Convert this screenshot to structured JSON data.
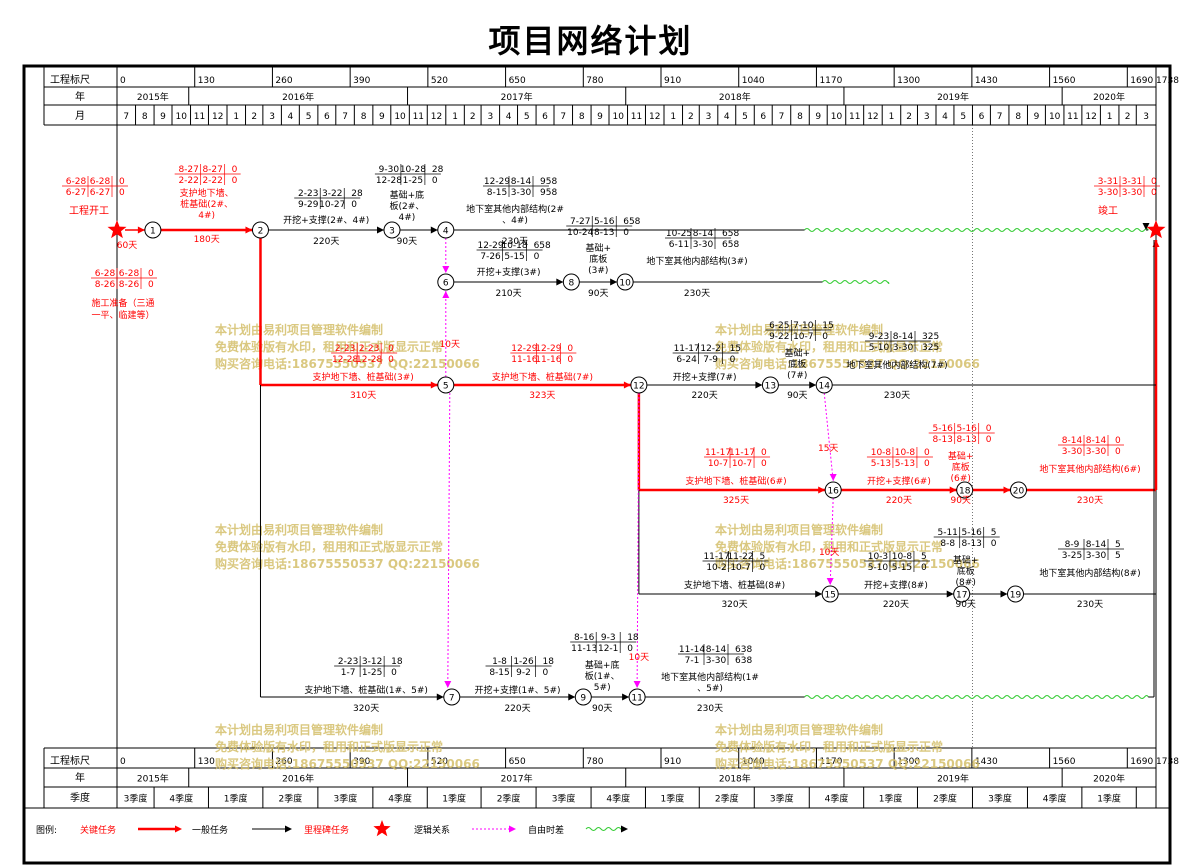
{
  "title": "项目网络计划",
  "scale": {
    "label": "工程标尺",
    "ticks": [
      [
        "0",
        0
      ],
      [
        "130",
        130
      ],
      [
        "260",
        260
      ],
      [
        "390",
        390
      ],
      [
        "520",
        520
      ],
      [
        "650",
        650
      ],
      [
        "780",
        780
      ],
      [
        "910",
        910
      ],
      [
        "1040",
        1040
      ],
      [
        "1170",
        1170
      ],
      [
        "1300",
        1300
      ],
      [
        "1430",
        1430
      ],
      [
        "1560",
        1560
      ],
      [
        "1690 1738",
        1690
      ]
    ]
  },
  "years": {
    "label": "年",
    "items": [
      {
        "label": "2015年",
        "start": 0,
        "end": 120
      },
      {
        "label": "2016年",
        "start": 120,
        "end": 486
      },
      {
        "label": "2017年",
        "start": 486,
        "end": 851
      },
      {
        "label": "2018年",
        "start": 851,
        "end": 1216
      },
      {
        "label": "2019年",
        "start": 1216,
        "end": 1581
      },
      {
        "label": "2020年",
        "start": 1581,
        "end": 1738
      }
    ]
  },
  "months": {
    "label": "月",
    "items": [
      {
        "label": "7",
        "start": 0,
        "end": 31
      },
      {
        "label": "8",
        "start": 31,
        "end": 62
      },
      {
        "label": "9",
        "start": 62,
        "end": 92
      },
      {
        "label": "10",
        "start": 92,
        "end": 123
      },
      {
        "label": "11",
        "start": 123,
        "end": 153
      },
      {
        "label": "12",
        "start": 153,
        "end": 184
      },
      {
        "label": "1",
        "start": 184,
        "end": 215
      },
      {
        "label": "2",
        "start": 215,
        "end": 244
      },
      {
        "label": "3",
        "start": 244,
        "end": 275
      },
      {
        "label": "4",
        "start": 275,
        "end": 305
      },
      {
        "label": "5",
        "start": 305,
        "end": 336
      },
      {
        "label": "6",
        "start": 336,
        "end": 366
      },
      {
        "label": "7",
        "start": 366,
        "end": 397
      },
      {
        "label": "8",
        "start": 397,
        "end": 428
      },
      {
        "label": "9",
        "start": 428,
        "end": 458
      },
      {
        "label": "10",
        "start": 458,
        "end": 489
      },
      {
        "label": "11",
        "start": 489,
        "end": 519
      },
      {
        "label": "12",
        "start": 519,
        "end": 550
      },
      {
        "label": "1",
        "start": 550,
        "end": 581
      },
      {
        "label": "2",
        "start": 581,
        "end": 609
      },
      {
        "label": "3",
        "start": 609,
        "end": 640
      },
      {
        "label": "4",
        "start": 640,
        "end": 670
      },
      {
        "label": "5",
        "start": 670,
        "end": 701
      },
      {
        "label": "6",
        "start": 701,
        "end": 731
      },
      {
        "label": "7",
        "start": 731,
        "end": 762
      },
      {
        "label": "8",
        "start": 762,
        "end": 793
      },
      {
        "label": "9",
        "start": 793,
        "end": 823
      },
      {
        "label": "10",
        "start": 823,
        "end": 854
      },
      {
        "label": "11",
        "start": 854,
        "end": 884
      },
      {
        "label": "12",
        "start": 884,
        "end": 915
      },
      {
        "label": "1",
        "start": 915,
        "end": 946
      },
      {
        "label": "2",
        "start": 946,
        "end": 974
      },
      {
        "label": "3",
        "start": 974,
        "end": 1005
      },
      {
        "label": "4",
        "start": 1005,
        "end": 1035
      },
      {
        "label": "5",
        "start": 1035,
        "end": 1066
      },
      {
        "label": "6",
        "start": 1066,
        "end": 1096
      },
      {
        "label": "7",
        "start": 1096,
        "end": 1127
      },
      {
        "label": "8",
        "start": 1127,
        "end": 1158
      },
      {
        "label": "9",
        "start": 1158,
        "end": 1188
      },
      {
        "label": "10",
        "start": 1188,
        "end": 1219
      },
      {
        "label": "11",
        "start": 1219,
        "end": 1249
      },
      {
        "label": "12",
        "start": 1249,
        "end": 1280
      },
      {
        "label": "1",
        "start": 1280,
        "end": 1311
      },
      {
        "label": "2",
        "start": 1311,
        "end": 1339
      },
      {
        "label": "3",
        "start": 1339,
        "end": 1370
      },
      {
        "label": "4",
        "start": 1370,
        "end": 1400
      },
      {
        "label": "5",
        "start": 1400,
        "end": 1431
      },
      {
        "label": "6",
        "start": 1431,
        "end": 1461
      },
      {
        "label": "7",
        "start": 1461,
        "end": 1492
      },
      {
        "label": "8",
        "start": 1492,
        "end": 1523
      },
      {
        "label": "9",
        "start": 1523,
        "end": 1553
      },
      {
        "label": "10",
        "start": 1553,
        "end": 1584
      },
      {
        "label": "11",
        "start": 1584,
        "end": 1614
      },
      {
        "label": "12",
        "start": 1614,
        "end": 1645
      },
      {
        "label": "1",
        "start": 1645,
        "end": 1676
      },
      {
        "label": "2",
        "start": 1676,
        "end": 1705
      },
      {
        "label": "3",
        "start": 1705,
        "end": 1738
      }
    ]
  },
  "quarters": {
    "label": "季度",
    "items": [
      {
        "label": "3季度",
        "start": 0,
        "end": 62
      },
      {
        "label": "4季度",
        "start": 62,
        "end": 153
      },
      {
        "label": "1季度",
        "start": 153,
        "end": 244
      },
      {
        "label": "2季度",
        "start": 244,
        "end": 336
      },
      {
        "label": "3季度",
        "start": 336,
        "end": 428
      },
      {
        "label": "4季度",
        "start": 428,
        "end": 519
      },
      {
        "label": "1季度",
        "start": 519,
        "end": 609
      },
      {
        "label": "2季度",
        "start": 609,
        "end": 701
      },
      {
        "label": "3季度",
        "start": 701,
        "end": 793
      },
      {
        "label": "4季度",
        "start": 793,
        "end": 884
      },
      {
        "label": "1季度",
        "start": 884,
        "end": 974
      },
      {
        "label": "2季度",
        "start": 974,
        "end": 1066
      },
      {
        "label": "3季度",
        "start": 1066,
        "end": 1158
      },
      {
        "label": "4季度",
        "start": 1158,
        "end": 1249
      },
      {
        "label": "1季度",
        "start": 1249,
        "end": 1339
      },
      {
        "label": "2季度",
        "start": 1339,
        "end": 1431
      },
      {
        "label": "3季度",
        "start": 1431,
        "end": 1523
      },
      {
        "label": "4季度",
        "start": 1523,
        "end": 1614
      },
      {
        "label": "1季度",
        "start": 1614,
        "end": 1705
      }
    ]
  },
  "nodes": [
    {
      "id": "1",
      "t": 60,
      "row": "a"
    },
    {
      "id": "2",
      "t": 240,
      "row": "a"
    },
    {
      "id": "3",
      "t": 460,
      "row": "a"
    },
    {
      "id": "4",
      "t": 550,
      "row": "a"
    },
    {
      "id": "5",
      "t": 550,
      "row": "c"
    },
    {
      "id": "6",
      "t": 550,
      "row": "b"
    },
    {
      "id": "7",
      "t": 560,
      "row": "g"
    },
    {
      "id": "8",
      "t": 760,
      "row": "b"
    },
    {
      "id": "9",
      "t": 780,
      "row": "g"
    },
    {
      "id": "10",
      "t": 850,
      "row": "b"
    },
    {
      "id": "11",
      "t": 870,
      "row": "g"
    },
    {
      "id": "12",
      "t": 873,
      "row": "c"
    },
    {
      "id": "13",
      "t": 1093,
      "row": "c"
    },
    {
      "id": "14",
      "t": 1183,
      "row": "c"
    },
    {
      "id": "15",
      "t": 1193,
      "row": "f"
    },
    {
      "id": "16",
      "t": 1198,
      "row": "e"
    },
    {
      "id": "17",
      "t": 1413,
      "row": "f"
    },
    {
      "id": "18",
      "t": 1418,
      "row": "e"
    },
    {
      "id": "19",
      "t": 1503,
      "row": "f"
    },
    {
      "id": "20",
      "t": 1508,
      "row": "e"
    }
  ],
  "milestones": [
    {
      "name": "工程开工",
      "t": 0,
      "dates": [
        "6-28",
        "6-28",
        "6-27",
        "6-27"
      ],
      "float": [
        "0",
        "0"
      ]
    },
    {
      "name": "竣工",
      "t": 1738,
      "dates": [
        "3-31",
        "3-31",
        "3-30",
        "3-30"
      ],
      "float": [
        "0",
        "0"
      ]
    }
  ],
  "tasks": [
    {
      "name": "施工准备（三通一平、临建等）",
      "dur": "60天",
      "critical": true,
      "dates": [
        "6-28",
        "6-28",
        "8-26",
        "8-26"
      ],
      "float": [
        "0",
        "0"
      ]
    },
    {
      "name": "支护地下墙、桩基础(2#、4#)",
      "dur": "180天",
      "critical": true,
      "dates": [
        "8-27",
        "8-27",
        "2-22",
        "2-22"
      ],
      "float": [
        "0",
        "0"
      ]
    },
    {
      "name": "开挖+支撑(2#、4#)",
      "dur": "220天",
      "critical": false,
      "dates": [
        "2-23",
        "3-22",
        "9-29",
        "10-27"
      ],
      "float": [
        "28",
        "0"
      ]
    },
    {
      "name": "基础+底板(2#、4#)",
      "dur": "90天",
      "critical": false,
      "dates": [
        "9-30",
        "10-28",
        "12-28",
        "1-25"
      ],
      "float": [
        "28",
        "0"
      ]
    },
    {
      "name": "地下室其他内部结构(2#、4#)",
      "dur": "230天",
      "critical": false,
      "dates": [
        "12-29",
        "8-14",
        "8-15",
        "3-30"
      ],
      "float": [
        "958",
        "958"
      ]
    },
    {
      "name": "开挖+支撑(3#)",
      "dur": "210天",
      "critical": false,
      "dates": [
        "12-29",
        "10-18",
        "7-26",
        "5-15"
      ],
      "float": [
        "658",
        "0"
      ]
    },
    {
      "name": "基础+底板(3#)",
      "dur": "90天",
      "critical": false,
      "dates": [
        "7-27",
        "5-16",
        "10-24",
        "8-13"
      ],
      "float": [
        "658",
        "0"
      ]
    },
    {
      "name": "地下室其他内部结构(3#)",
      "dur": "230天",
      "critical": false,
      "dates": [
        "10-25",
        "8-14",
        "6-11",
        "3-30"
      ],
      "float": [
        "658",
        "658"
      ]
    },
    {
      "name": "支护地下墙、桩基础(3#)",
      "dur": "310天",
      "critical": true,
      "dates": [
        "2-23",
        "2-23",
        "12-28",
        "12-28"
      ],
      "float": [
        "0",
        "0"
      ]
    },
    {
      "name": "支护地下墙、桩基础(7#)",
      "dur": "323天",
      "critical": true,
      "dates": [
        "12-29",
        "12-29",
        "11-16",
        "11-16"
      ],
      "float": [
        "0",
        "0"
      ]
    },
    {
      "name": "开挖+支撑(7#)",
      "dur": "220天",
      "critical": false,
      "dates": [
        "11-17",
        "12-2",
        "6-24",
        "7-9"
      ],
      "float": [
        "15",
        "0"
      ]
    },
    {
      "name": "基础+底板(7#)",
      "dur": "90天",
      "critical": false,
      "dates": [
        "6-25",
        "7-10",
        "9-22",
        "10-7"
      ],
      "float": [
        "15",
        "0"
      ]
    },
    {
      "name": "地下室其他内部结构(7#)",
      "dur": "230天",
      "critical": false,
      "dates": [
        "9-23",
        "8-14",
        "5-10",
        "3-30"
      ],
      "float": [
        "325",
        "325"
      ]
    },
    {
      "name": "支护地下墙、桩基础(6#)",
      "dur": "325天",
      "critical": true,
      "dates": [
        "11-17",
        "11-17",
        "10-7",
        "10-7"
      ],
      "float": [
        "0",
        "0"
      ]
    },
    {
      "name": "开挖+支撑(6#)",
      "dur": "220天",
      "critical": true,
      "dates": [
        "10-8",
        "10-8",
        "5-13",
        "5-13"
      ],
      "float": [
        "0",
        "0"
      ]
    },
    {
      "name": "基础+底板(6#)",
      "dur": "90天",
      "critical": true,
      "dates": [
        "5-16",
        "5-16",
        "8-13",
        "8-13"
      ],
      "float": [
        "0",
        "0"
      ]
    },
    {
      "name": "地下室其他内部结构(6#)",
      "dur": "230天",
      "critical": true,
      "dates": [
        "8-14",
        "8-14",
        "3-30",
        "3-30"
      ],
      "float": [
        "0",
        "0"
      ]
    },
    {
      "name": "支护地下墙、桩基础(8#)",
      "dur": "320天",
      "critical": false,
      "dates": [
        "11-17",
        "11-22",
        "10-2",
        "10-7"
      ],
      "float": [
        "5",
        "0"
      ]
    },
    {
      "name": "开挖+支撑(8#)",
      "dur": "220天",
      "critical": false,
      "dates": [
        "10-3",
        "10-8",
        "5-10",
        "5-15"
      ],
      "float": [
        "5",
        "0"
      ]
    },
    {
      "name": "基础+底板(8#)",
      "dur": "90天",
      "critical": false,
      "dates": [
        "5-11",
        "5-16",
        "8-8",
        "8-13"
      ],
      "float": [
        "5",
        "0"
      ]
    },
    {
      "name": "地下室其他内部结构(8#)",
      "dur": "230天",
      "critical": false,
      "dates": [
        "8-9",
        "8-14",
        "3-25",
        "3-30"
      ],
      "float": [
        "5",
        "5"
      ]
    },
    {
      "name": "支护地下墙、桩基础(1#、5#)",
      "dur": "320天",
      "critical": false,
      "dates": [
        "2-23",
        "3-12",
        "1-7",
        "1-25"
      ],
      "float": [
        "18",
        "0"
      ]
    },
    {
      "name": "开挖+支撑(1#、5#)",
      "dur": "220天",
      "critical": false,
      "dates": [
        "1-8",
        "1-26",
        "8-15",
        "9-2"
      ],
      "float": [
        "18",
        "0"
      ]
    },
    {
      "name": "基础+底板(1#、5#)",
      "dur": "90天",
      "critical": false,
      "dates": [
        "8-16",
        "9-3",
        "11-13",
        "12-1"
      ],
      "float": [
        "18",
        "0"
      ]
    },
    {
      "name": "地下室其他内部结构(1#、5#)",
      "dur": "230天",
      "critical": false,
      "dates": [
        "11-14",
        "8-14",
        "7-1",
        "3-30"
      ],
      "float": [
        "638",
        "638"
      ]
    }
  ],
  "free_floats": [
    "10天",
    "15天",
    "10天",
    "10天"
  ],
  "watermark": [
    "本计划由易利项目管理软件编制",
    "免费体验版有水印，租用和正式版显示正常",
    "购买咨询电话:18675550537 QQ:22150066"
  ],
  "legend": {
    "label": "图例:",
    "items": [
      "关键任务",
      "一般任务",
      "里程碑任务",
      "逻辑关系",
      "自由时差"
    ]
  },
  "colors": {
    "critical": "#ff0000",
    "normal": "#000000",
    "logic": "#ff00ff",
    "free_float": "#33cc33",
    "watermark": "#d4bf6a"
  }
}
